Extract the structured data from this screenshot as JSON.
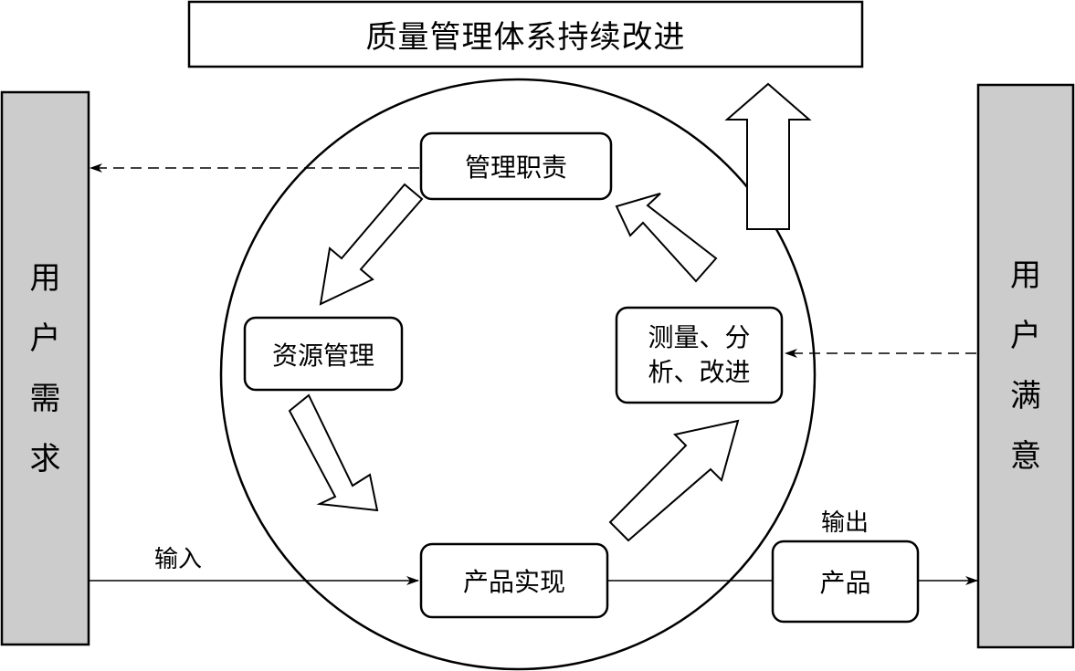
{
  "title": "质量管理体系持续改进",
  "left_bar": {
    "chars": [
      "用",
      "户",
      "需",
      "求"
    ]
  },
  "right_bar": {
    "chars": [
      "用",
      "户",
      "满",
      "意"
    ]
  },
  "boxes": {
    "management": "管理职责",
    "resource": "资源管理",
    "realization": "产品实现",
    "measurement": {
      "line1": "测量、分",
      "line2": "析、改进"
    },
    "product": "产品"
  },
  "flow_labels": {
    "input": "输入",
    "output": "输出"
  },
  "colors": {
    "bar_fill": "#cccccc",
    "stroke": "#000000",
    "background": "#ffffff"
  }
}
